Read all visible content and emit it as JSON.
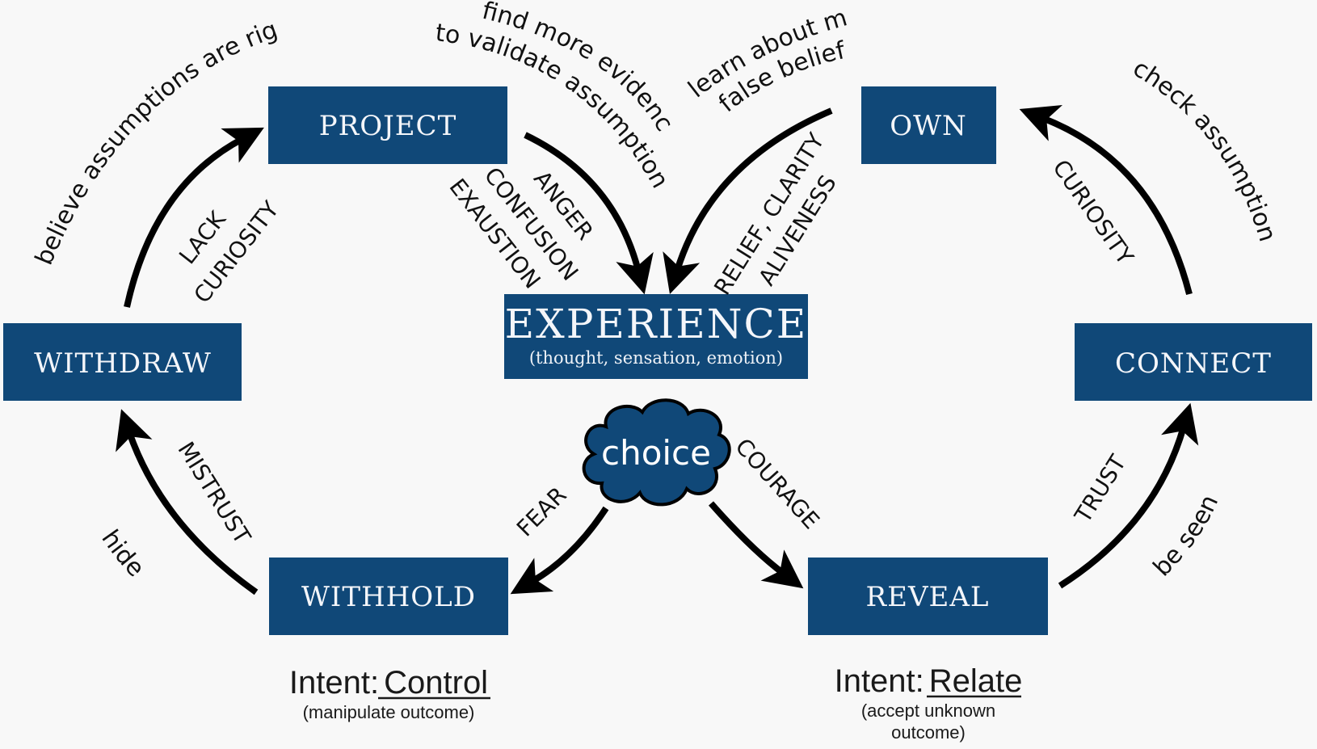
{
  "diagram": {
    "colors": {
      "box": "#104878",
      "background": "#f8f8f8",
      "text": "#111111"
    },
    "nodes": {
      "project": "PROJECT",
      "own": "OWN",
      "withdraw": "WITHDRAW",
      "connect": "CONNECT",
      "withhold": "WITHHOLD",
      "reveal": "REVEAL",
      "experience": "EXPERIENCE",
      "experience_sub": "(thought, sensation, emotion)",
      "choice": "choice"
    },
    "edge_labels": {
      "lack": "LACK",
      "lack_curiosity": "CURIOSITY",
      "anger": "ANGER",
      "confusion": "CONFUSION",
      "exaustion": "EXAUSTION",
      "relief_clarity": "RELIEF, CLARITY",
      "aliveness": "ALIVENESS",
      "curiosity": "CURIOSITY",
      "mistrust": "MISTRUST",
      "fear": "FEAR",
      "courage": "COURAGE",
      "trust": "TRUST"
    },
    "annotations": {
      "believe": "believe assumptions are right",
      "find_more": "find more evidence",
      "to_validate": "to validate assumptions",
      "learn_about": "learn about my",
      "false_beliefs": "false beliefs",
      "check": "check assumptions",
      "hide": "hide",
      "be_seen": "be seen"
    },
    "intents": {
      "control_prefix": "Intent:",
      "control_word": "Control",
      "control_sub": "(manipulate outcome)",
      "relate_prefix": "Intent:",
      "relate_word": "Relate",
      "relate_sub_1": "(accept unknown",
      "relate_sub_2": "outcome)"
    },
    "edges": [
      {
        "from": "WITHDRAW",
        "to": "PROJECT",
        "label": "LACK CURIOSITY"
      },
      {
        "from": "PROJECT",
        "to": "EXPERIENCE",
        "label": "ANGER CONFUSION EXAUSTION"
      },
      {
        "from": "OWN",
        "to": "EXPERIENCE",
        "label": "RELIEF, CLARITY ALIVENESS"
      },
      {
        "from": "CONNECT",
        "to": "OWN",
        "label": "CURIOSITY"
      },
      {
        "from": "choice",
        "to": "WITHHOLD",
        "label": "FEAR"
      },
      {
        "from": "choice",
        "to": "REVEAL",
        "label": "COURAGE"
      },
      {
        "from": "WITHHOLD",
        "to": "WITHDRAW",
        "label": "MISTRUST"
      },
      {
        "from": "REVEAL",
        "to": "CONNECT",
        "label": "TRUST"
      }
    ]
  }
}
